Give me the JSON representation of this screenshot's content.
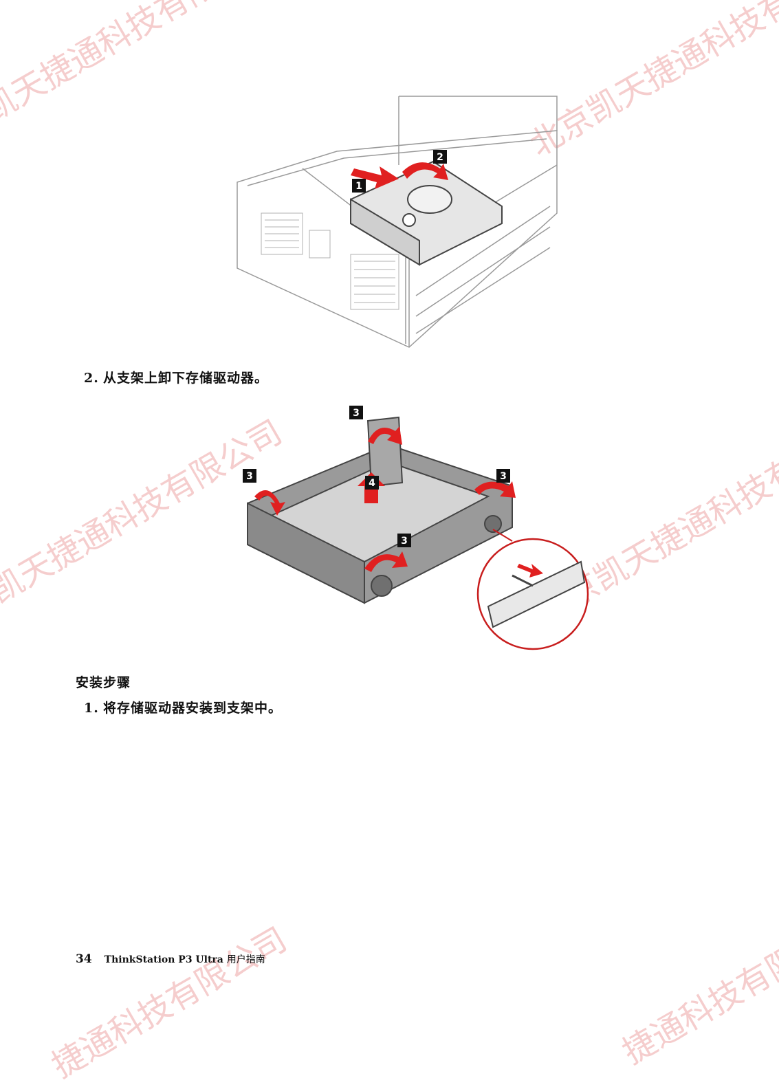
{
  "figure1": {
    "callouts": [
      "1",
      "2"
    ]
  },
  "steps_removal": [
    {
      "number": "2.",
      "text": "从支架上卸下存储驱动器。"
    }
  ],
  "figure2": {
    "callouts": [
      "3",
      "3",
      "4",
      "3",
      "3"
    ]
  },
  "section_heading": "安装步骤",
  "steps_install": [
    {
      "number": "1.",
      "text": "将存储驱动器安装到支架中。"
    }
  ],
  "footer": {
    "page_number": "34",
    "title": "ThinkStation P3 Ultra",
    "suffix": "用户指南"
  },
  "watermarks": [
    {
      "text": "凯天捷通科技有限公司"
    },
    {
      "text": "北京凯天捷通科技有限公司"
    },
    {
      "text": "凯天捷通科技有限公司"
    },
    {
      "text": "北京凯天捷通科技有限"
    },
    {
      "text": "捷通科技有限公司"
    },
    {
      "text": "捷通科技有限"
    }
  ],
  "colors": {
    "watermark": "#d73c3c",
    "arrow": "#e02020",
    "callout_bg": "#111111",
    "line_art": "#555555"
  }
}
